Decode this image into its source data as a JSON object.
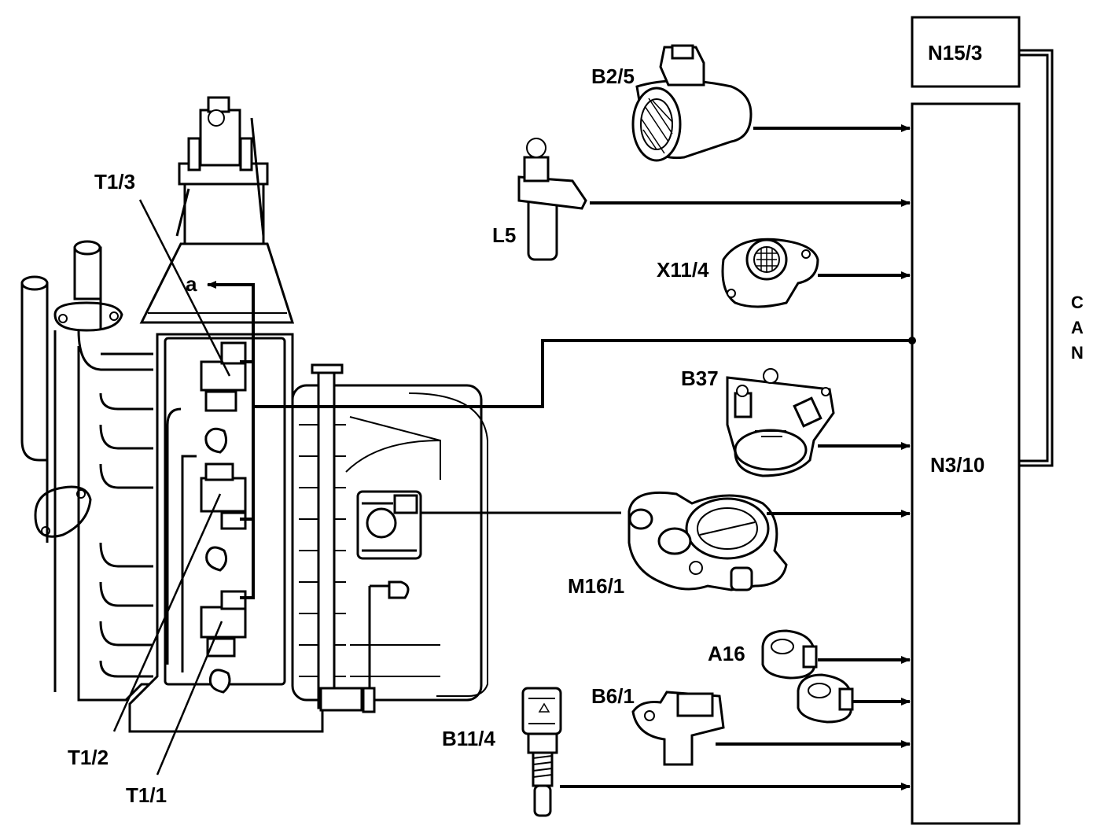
{
  "labels": {
    "t1_3": "T1/3",
    "t1_2": "T1/2",
    "t1_1": "T1/1",
    "a": "a",
    "b2_5": "B2/5",
    "l5": "L5",
    "x11_4": "X11/4",
    "b37": "B37",
    "m16_1": "M16/1",
    "a16": "A16",
    "b6_1": "B6/1",
    "b11_4": "B11/4",
    "n15_3": "N15/3",
    "n3_10": "N3/10",
    "can": [
      "C",
      "A",
      "N"
    ]
  }
}
